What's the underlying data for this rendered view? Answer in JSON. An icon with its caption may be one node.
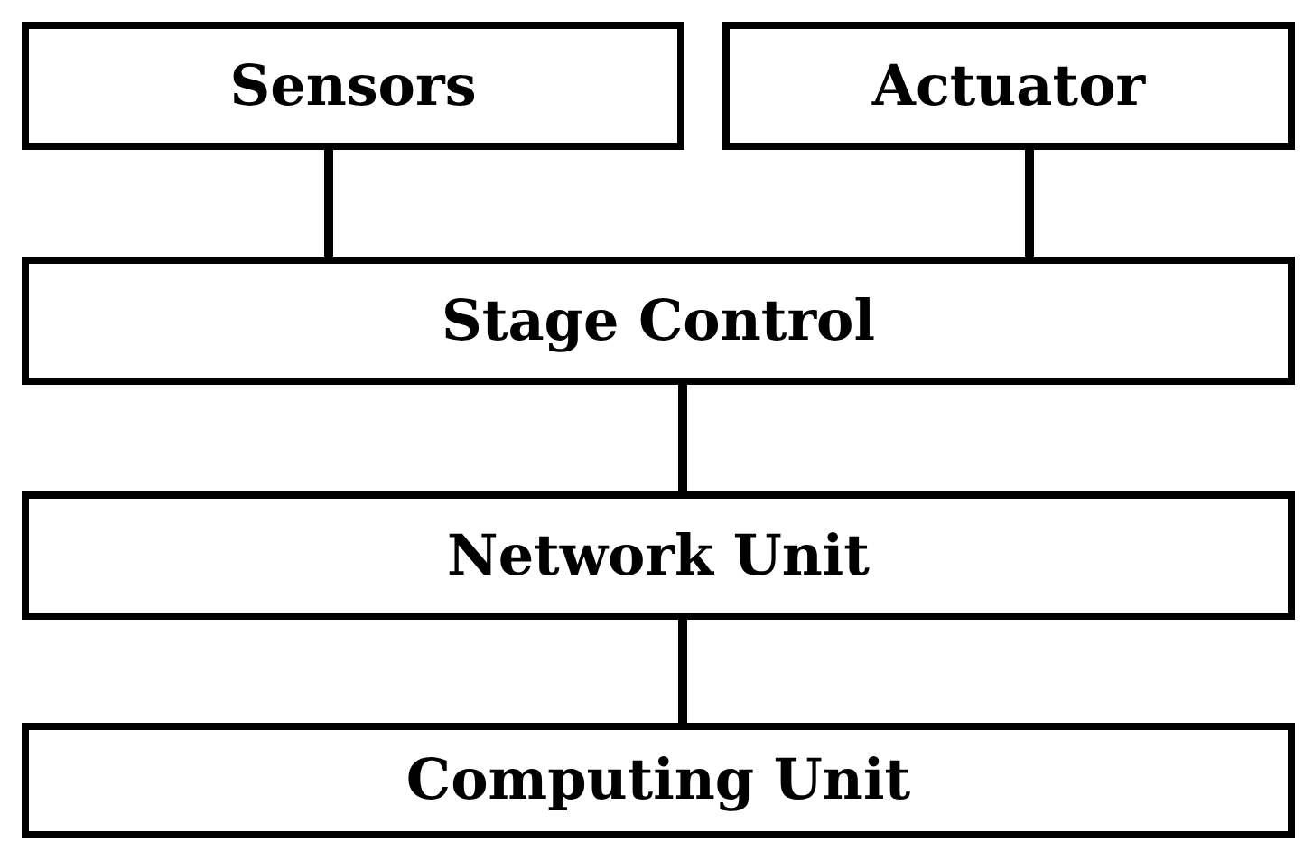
{
  "diagram": {
    "nodes": [
      {
        "text": [
          "Sensors"
        ]
      },
      {
        "text": [
          "Actuator"
        ]
      },
      {
        "text": [
          "Stage Control"
        ]
      },
      {
        "text": [
          "Network Unit"
        ]
      },
      {
        "text": [
          "Computing Unit"
        ]
      }
    ],
    "edges": [
      {
        "from": 0,
        "to": 2,
        "arrow": "none"
      },
      {
        "from": 1,
        "to": 2,
        "arrow": "none"
      },
      {
        "from": 2,
        "to": 3,
        "arrow": "none"
      },
      {
        "from": 3,
        "to": 4,
        "arrow": "none"
      }
    ]
  }
}
